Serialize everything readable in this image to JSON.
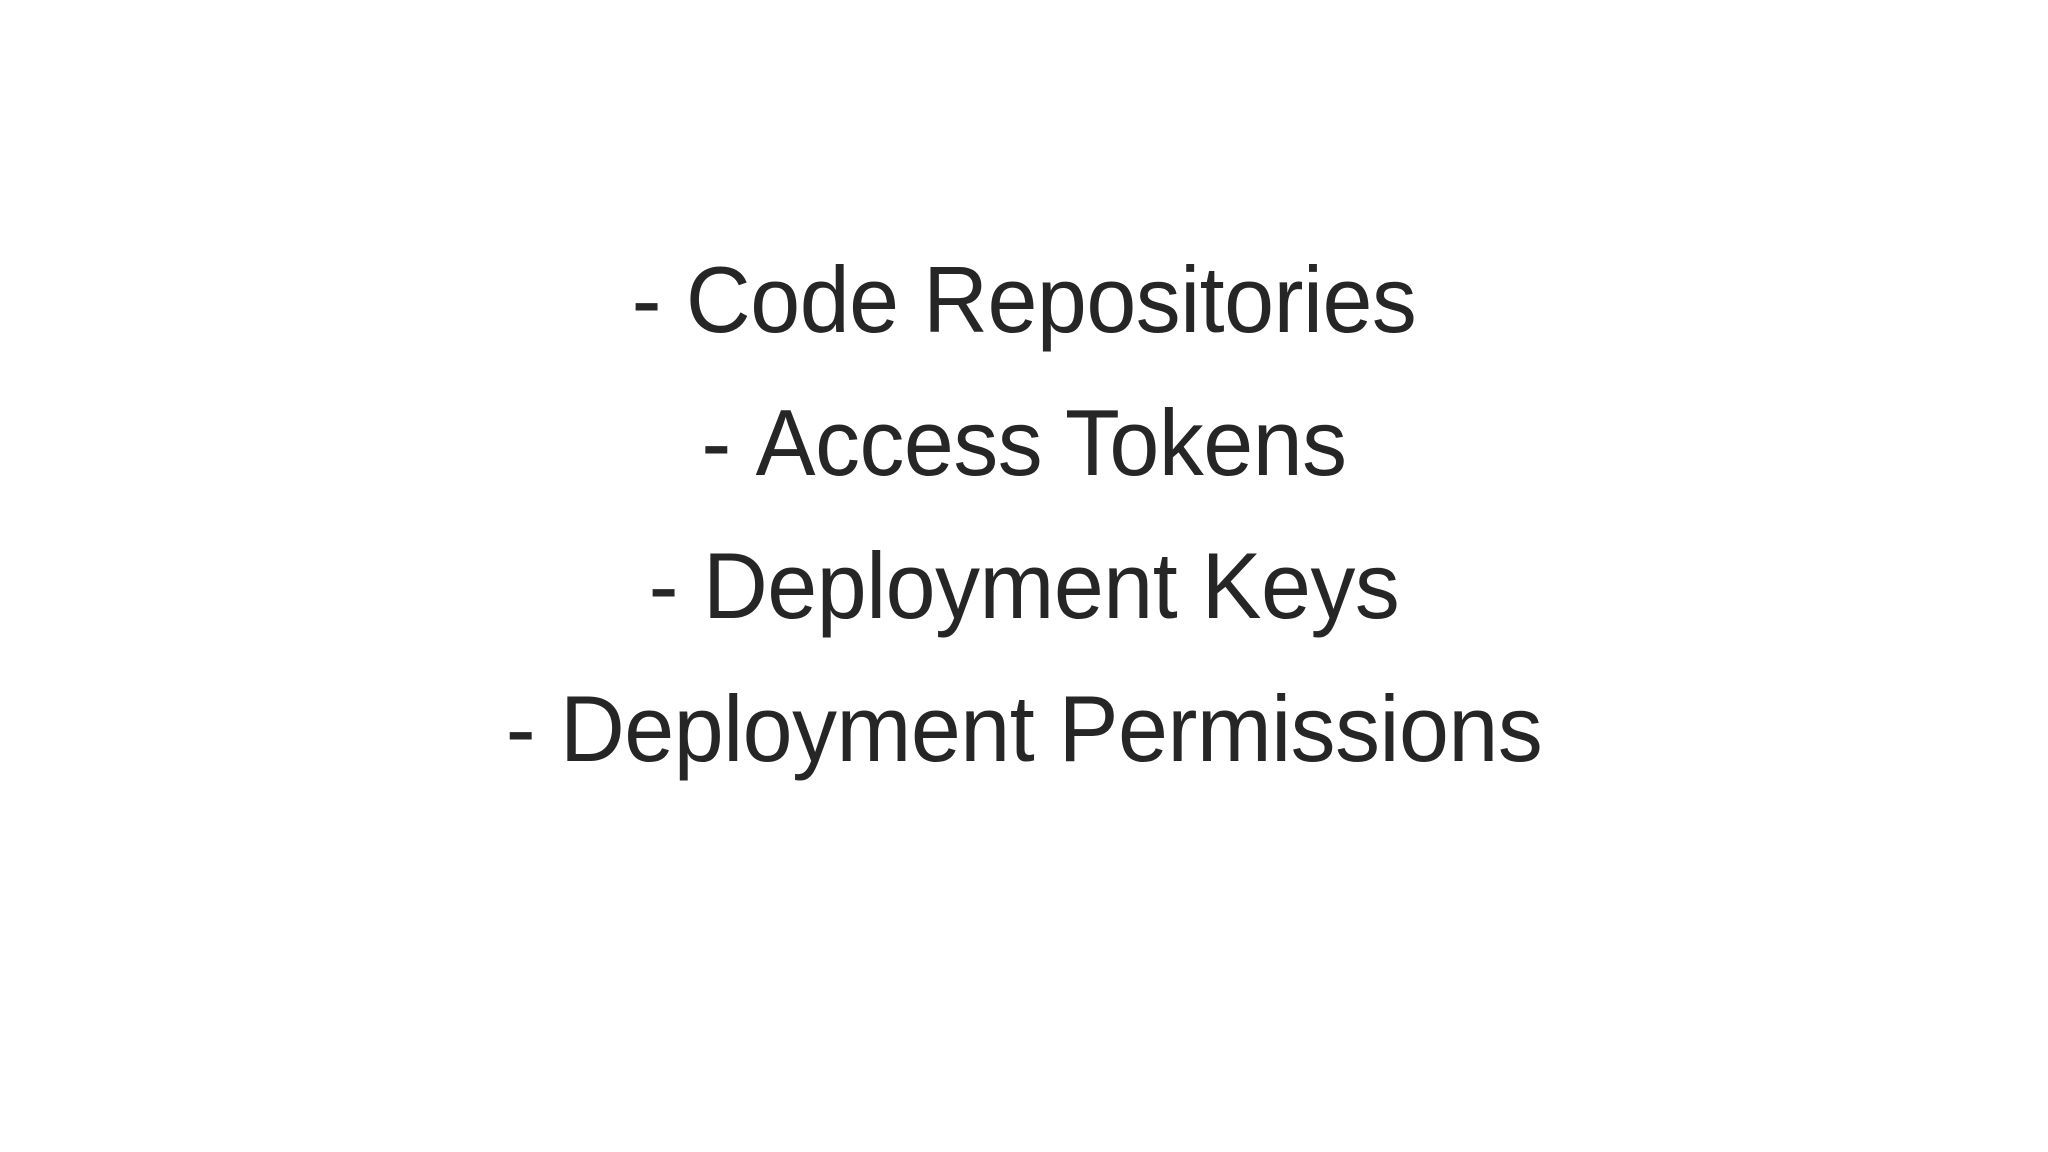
{
  "slide": {
    "background_color": "#ffffff",
    "text_color": "#262626",
    "bullet_marker": "-",
    "bullets": [
      {
        "marker": "-",
        "text": "Code Repositories"
      },
      {
        "marker": "-",
        "text": "Access Tokens"
      },
      {
        "marker": "-",
        "text": "Deployment Keys"
      },
      {
        "marker": "-",
        "text": "Deployment Permissions"
      }
    ]
  }
}
